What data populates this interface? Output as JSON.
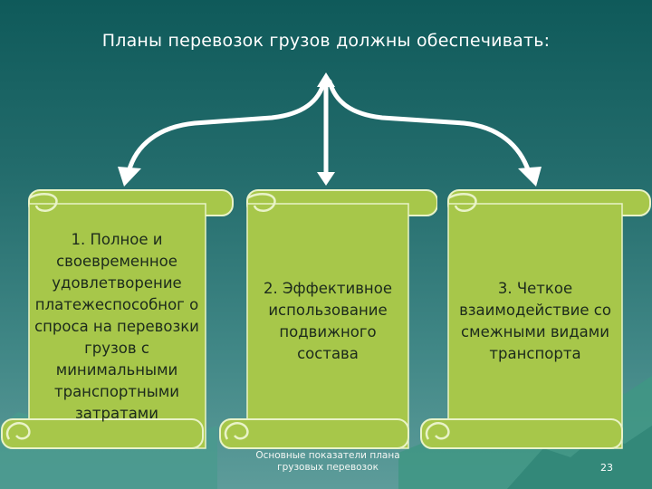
{
  "slide": {
    "title": "Планы перевозок грузов должны обеспечивать:",
    "items": [
      {
        "text": "1. Полное и своевременное удовлетворение платежеспособног о спроса на перевозки грузов с минимальными транспортными затратами"
      },
      {
        "text": "2. Эффективное использование подвижного состава"
      },
      {
        "text": "3. Четкое взаимодействие со смежными видами транспорта"
      }
    ],
    "footer": "Основные показатели плана грузовых перевозок",
    "page_number": "23"
  },
  "colors": {
    "scroll_fill": "#a7c74a",
    "scroll_edge": "#e9f3c8",
    "arrow": "#ffffff",
    "background_top": "#0f5a5a",
    "background_bottom": "#5d9c9a"
  }
}
